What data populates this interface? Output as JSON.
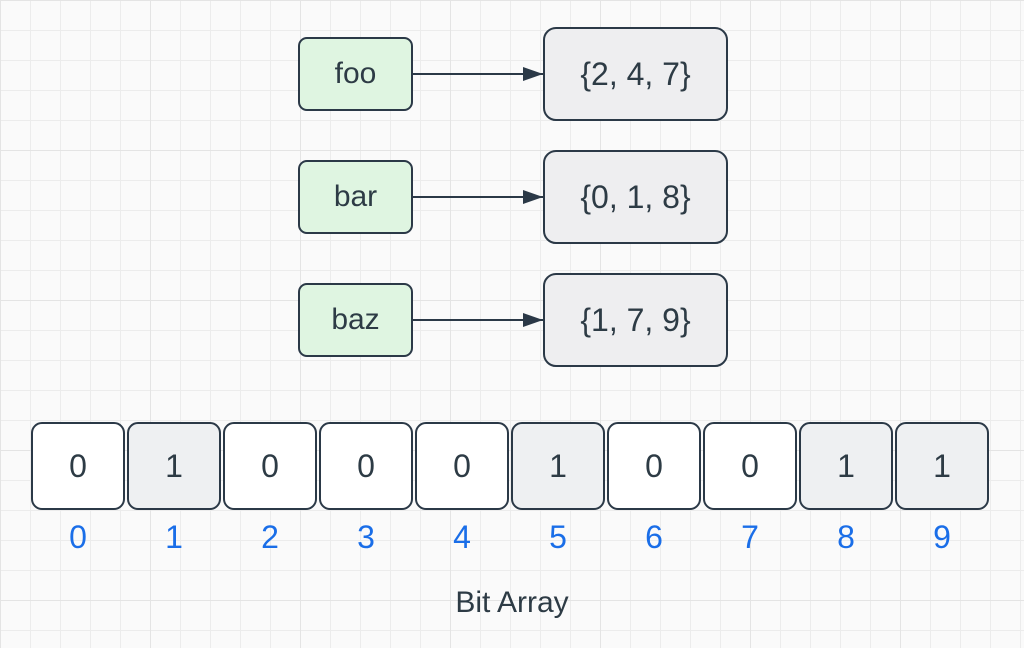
{
  "diagram": {
    "mappings": [
      {
        "key": "foo",
        "set": "{2, 4, 7}"
      },
      {
        "key": "bar",
        "set": "{0, 1, 8}"
      },
      {
        "key": "baz",
        "set": "{1, 7, 9}"
      }
    ],
    "bit_array": {
      "label": "Bit Array",
      "values": [
        "0",
        "1",
        "0",
        "0",
        "0",
        "1",
        "0",
        "0",
        "1",
        "1"
      ],
      "indices": [
        "0",
        "1",
        "2",
        "3",
        "4",
        "5",
        "6",
        "7",
        "8",
        "9"
      ],
      "on_indices": [
        1,
        5,
        8,
        9
      ]
    },
    "colors": {
      "key_box_fill": "#dff5e1",
      "set_box_fill": "#eeeef0",
      "bit_on_fill": "#eef0f2",
      "bit_off_fill": "#ffffff",
      "line": "#2b3947",
      "text": "#2d3b45",
      "index_color": "#1a6ee8",
      "background": "#fafafa",
      "grid_line": "#ececec"
    }
  }
}
